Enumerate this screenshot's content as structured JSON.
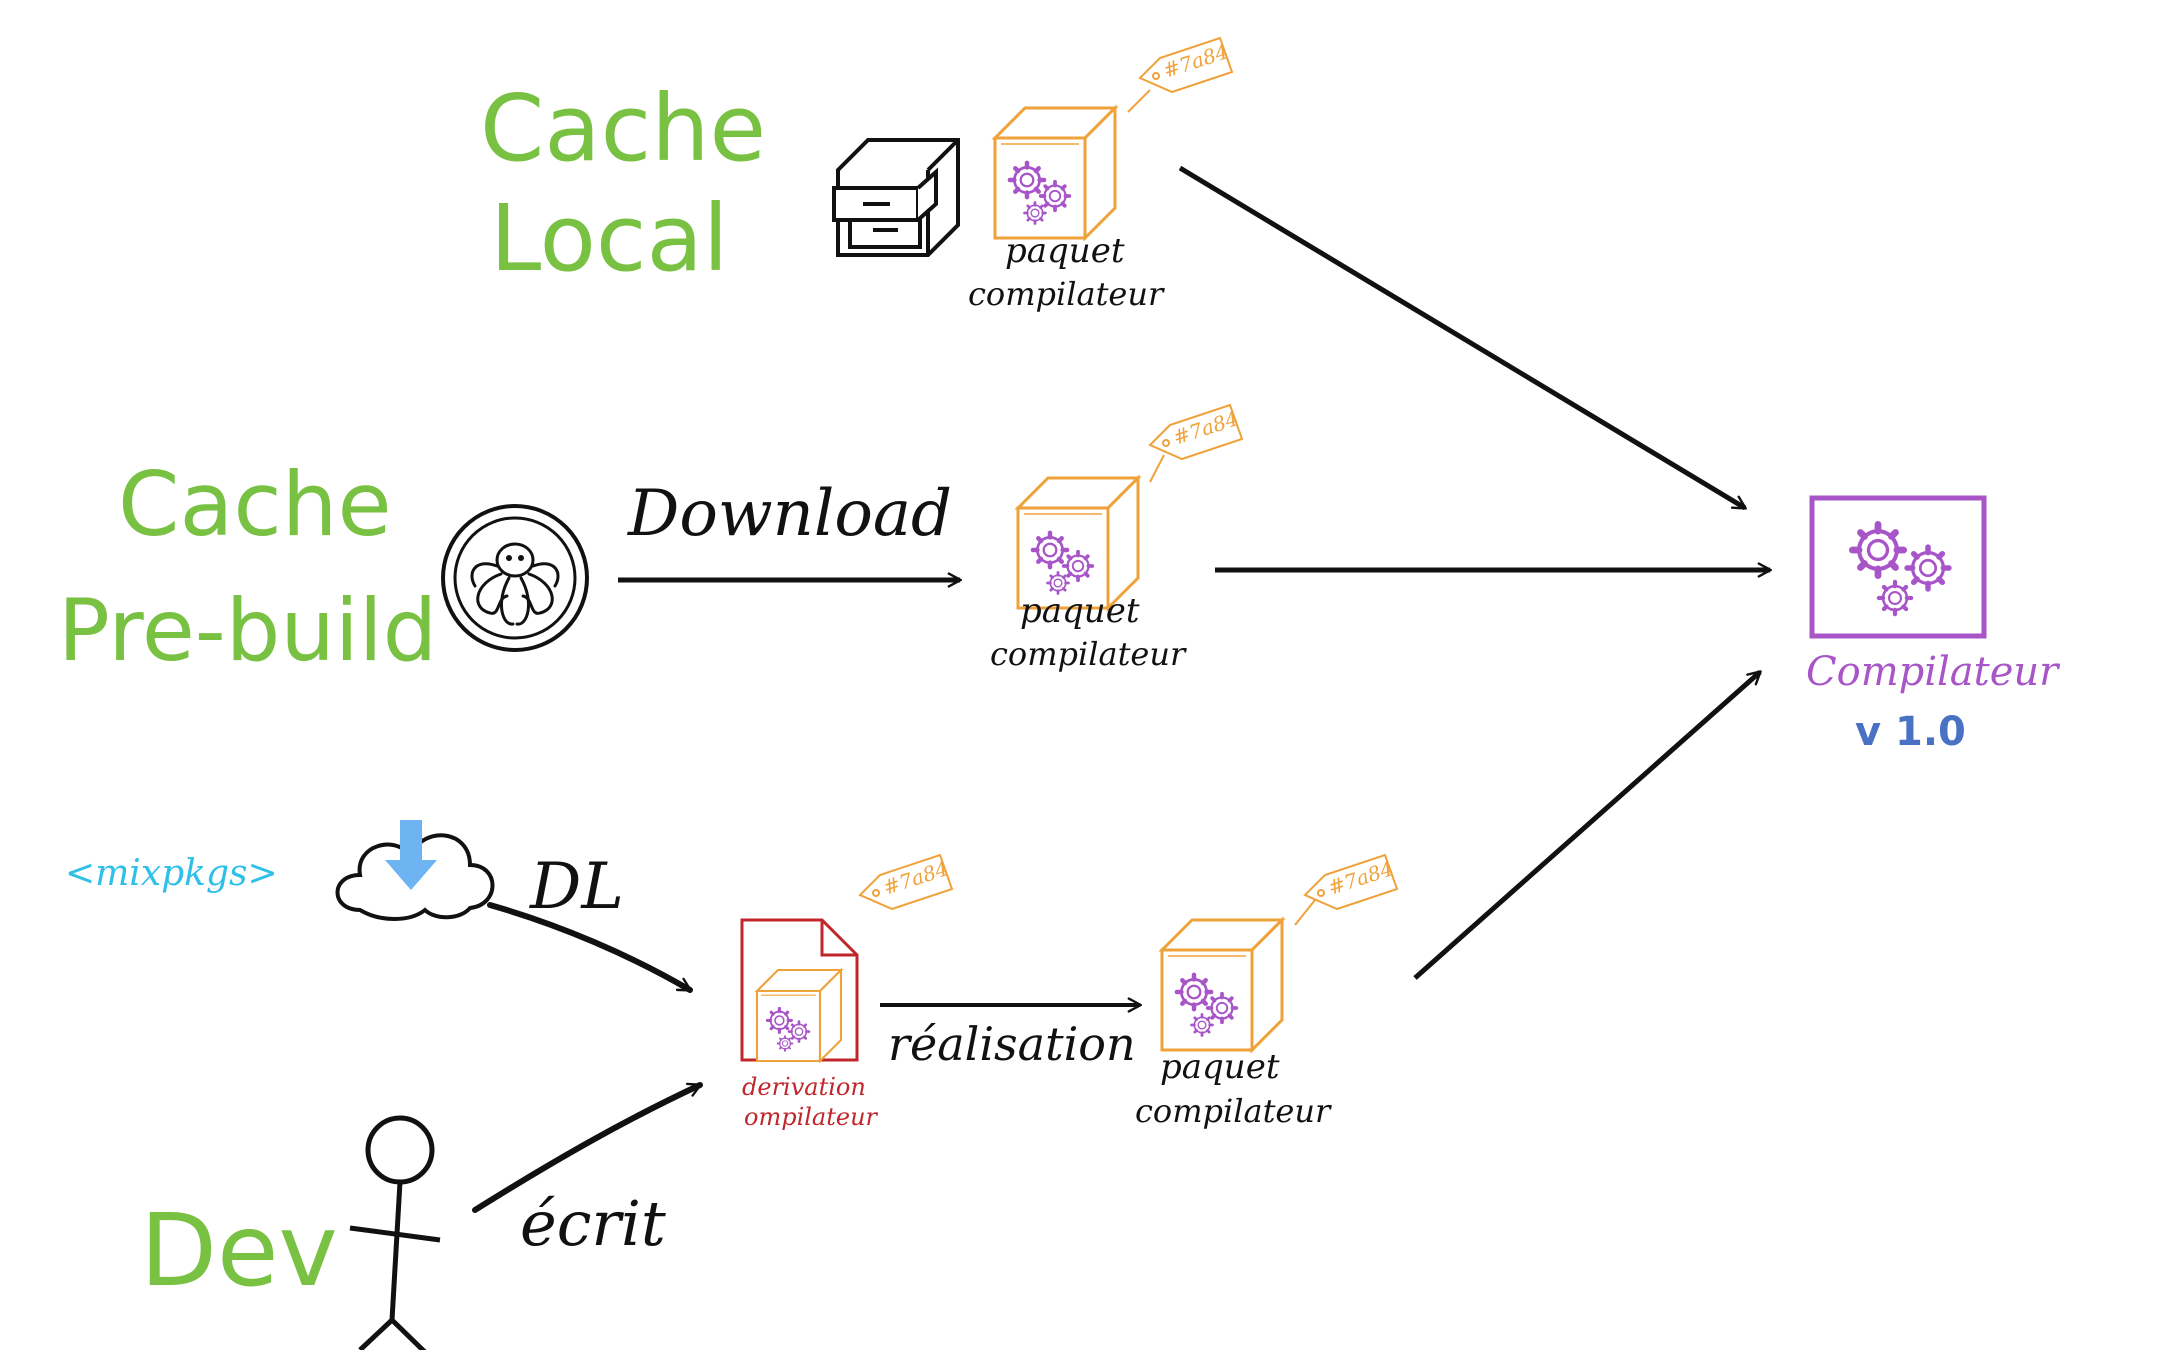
{
  "sources": {
    "cache_local": {
      "line1": "Cache",
      "line2": "Local"
    },
    "cache_prebuild": {
      "line1": "Cache",
      "line2": "Pre-build"
    },
    "nixpkgs": {
      "label": "<mixpkgs>"
    },
    "dev": {
      "label": "Dev"
    }
  },
  "packages": {
    "top": {
      "tag": "#7a84",
      "line1": "paquet",
      "line2": "compilateur"
    },
    "middle": {
      "tag": "#7a84",
      "line1": "paquet",
      "line2": "compilateur"
    },
    "bottom": {
      "tag": "#7a84",
      "line1": "paquet",
      "line2": "compilateur"
    }
  },
  "derivation": {
    "tag": "#7a84",
    "line1": "derivation",
    "line2": "ompilateur"
  },
  "edges": {
    "download": "Download",
    "dl": "DL",
    "realisation": "réalisation",
    "ecrit": "écrit"
  },
  "target": {
    "name": "Compilateur",
    "version": "v 1.0"
  },
  "colors": {
    "green": "#78c142",
    "orange": "#f0a23a",
    "purple": "#a855c8",
    "red": "#c0262b",
    "cyan": "#2ec0e8",
    "blue": "#4a72c4",
    "ink": "#111111"
  }
}
